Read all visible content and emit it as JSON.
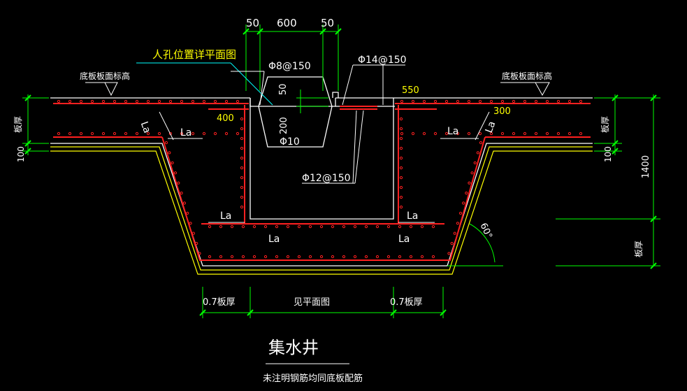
{
  "title": "集水井",
  "subtitle": "未注明钢筋均同底板配筋",
  "labels": {
    "manhole": "人孔位置详平面图",
    "bottom_elev_left": "底板板面标高",
    "bottom_elev_right": "底板板面标高",
    "bar_phi8": "Φ8@150",
    "bar_phi14": "Φ14@150",
    "bar_phi12": "Φ12@150",
    "bar_phi10": "Φ10",
    "see_plan": "见平面图",
    "slab_thick_left": "板厚",
    "slab_thick_right": "板厚",
    "slab_thick_low": "板厚",
    "thick_07_left": "0.7板厚",
    "thick_07_right": "0.7板厚",
    "angle": "60°",
    "la": "La"
  },
  "dimensions": {
    "top_left": "50",
    "top_mid": "600",
    "top_right": "50",
    "d50": "50",
    "d550": "550",
    "d400": "400",
    "d300": "300",
    "d200": "200",
    "d100_left": "100",
    "d100_right": "100",
    "d1400": "1400"
  },
  "colors": {
    "background": "#000000",
    "concrete_line": "#ffffff",
    "rebar": "#ff2020",
    "dimension": "#00ff00",
    "text": "#ffffff",
    "leader": "#00ffff",
    "cushion": "#ffff00"
  }
}
